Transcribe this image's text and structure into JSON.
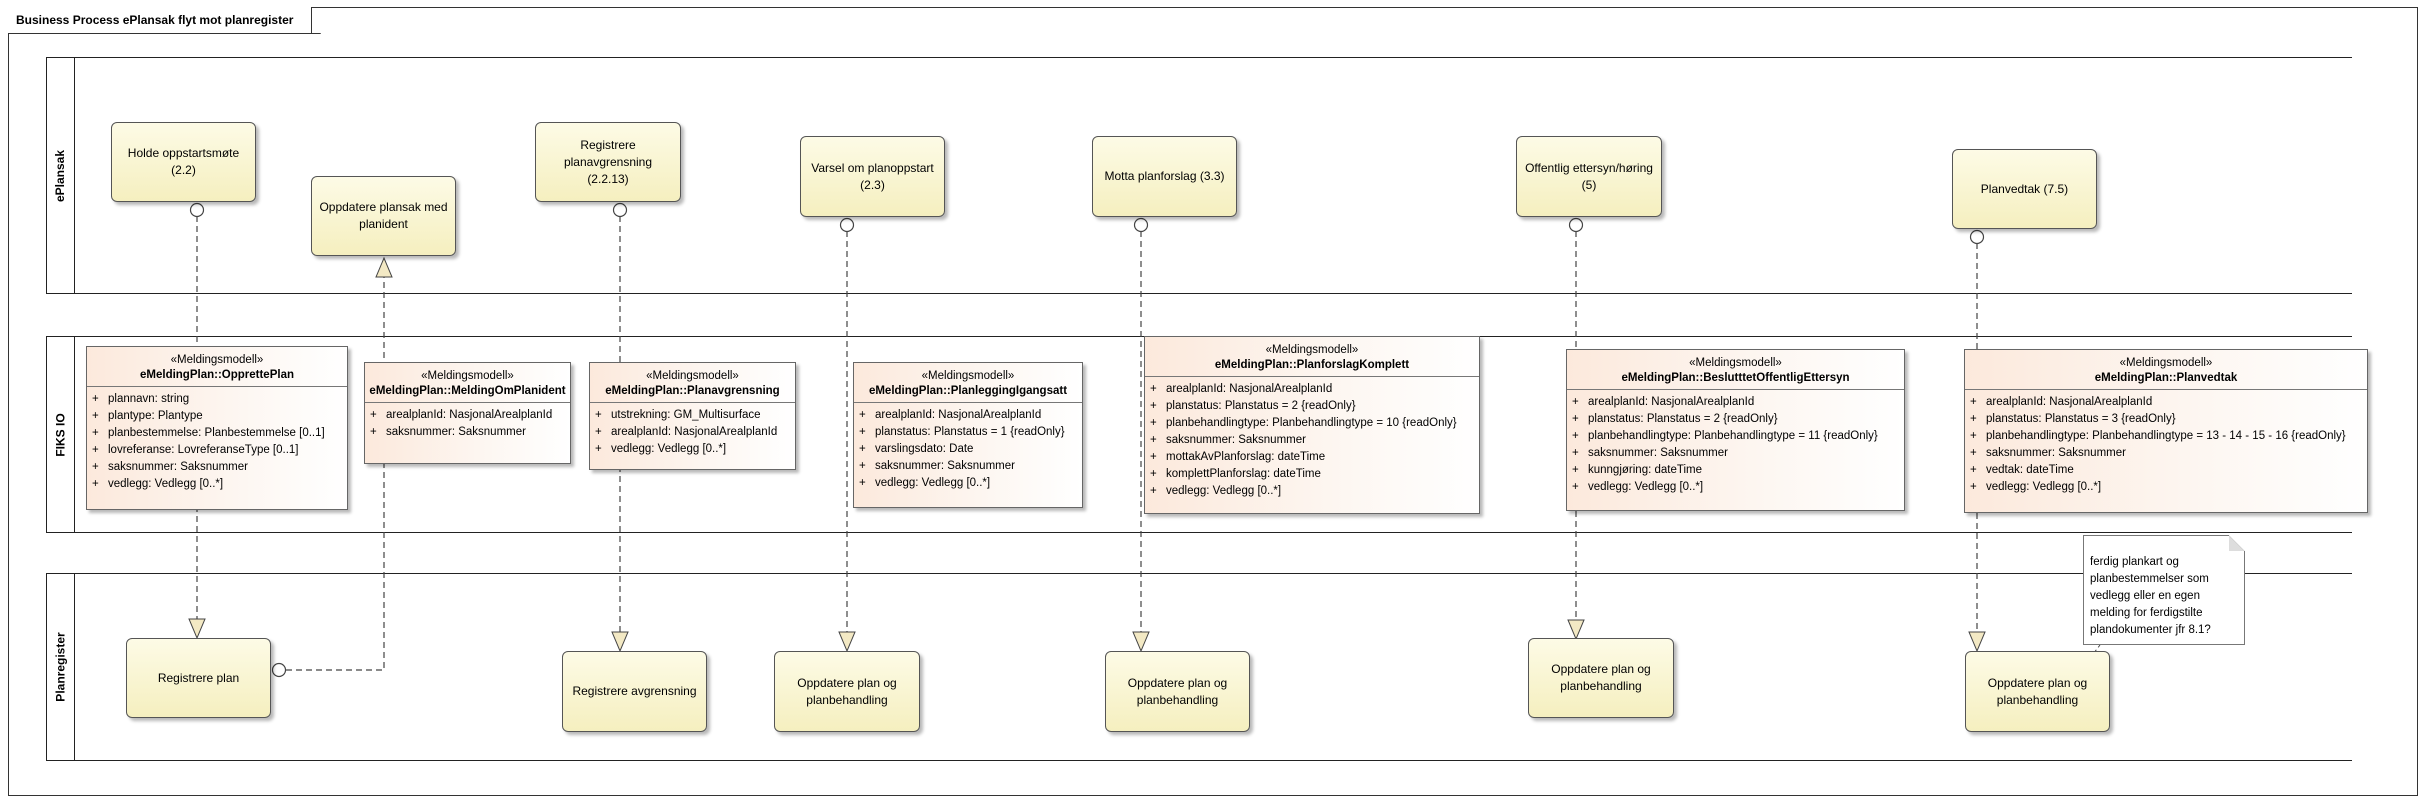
{
  "diagram": {
    "title": "Business Process ePlansak flyt mot planregister"
  },
  "lanes": [
    "ePlansak",
    "FIKS IO",
    "Planregister"
  ],
  "tasks": {
    "t1": "Holde oppstartsmøte (2.2)",
    "t2": "Oppdatere plansak med planident",
    "t3": "Registrere planavgrensning (2.2.13)",
    "t4": "Varsel om planoppstart (2.3)",
    "t5": "Motta planforslag (3.3)",
    "t6": "Offentlig ettersyn/høring (5)",
    "t7": "Planvedtak (7.5)",
    "p1": "Registrere plan",
    "p2": "Registrere avgrensning",
    "p3": "Oppdatere plan og planbehandling",
    "p4": "Oppdatere plan og planbehandling",
    "p5": "Oppdatere plan og planbehandling",
    "p6": "Oppdatere plan og planbehandling"
  },
  "classes": [
    {
      "stereotype": "«Meldingsmodell»",
      "name": "eMeldingPlan::OpprettePlan",
      "attrs": [
        "plannavn: string",
        "plantype: Plantype",
        "planbestemmelse: Planbestemmelse [0..1]",
        "lovreferanse: LovreferanseType [0..1]",
        "saksnummer: Saksnummer",
        "vedlegg: Vedlegg [0..*]"
      ]
    },
    {
      "stereotype": "«Meldingsmodell»",
      "name": "eMeldingPlan::MeldingOmPlanident",
      "attrs": [
        "arealplanId: NasjonalArealplanId",
        "saksnummer: Saksnummer"
      ]
    },
    {
      "stereotype": "«Meldingsmodell»",
      "name": "eMeldingPlan::Planavgrensning",
      "attrs": [
        "utstrekning: GM_Multisurface",
        "arealplanId: NasjonalArealplanId",
        "vedlegg: Vedlegg [0..*]"
      ]
    },
    {
      "stereotype": "«Meldingsmodell»",
      "name": "eMeldingPlan::PlanleggingIgangsatt",
      "attrs": [
        "arealplanId: NasjonalArealplanId",
        "planstatus: Planstatus = 1 {readOnly}",
        "varslingsdato: Date",
        "saksnummer: Saksnummer",
        "vedlegg: Vedlegg [0..*]"
      ]
    },
    {
      "stereotype": "«Meldingsmodell»",
      "name": "eMeldingPlan::PlanforslagKomplett",
      "attrs": [
        "arealplanId: NasjonalArealplanId",
        "planstatus: Planstatus = 2 {readOnly}",
        "planbehandlingtype: Planbehandlingtype = 10 {readOnly}",
        "saksnummer: Saksnummer",
        "mottakAvPlanforslag: dateTime",
        "komplettPlanforslag: dateTime",
        "vedlegg: Vedlegg [0..*]"
      ]
    },
    {
      "stereotype": "«Meldingsmodell»",
      "name": "eMeldingPlan::BeslutttetOffentligEttersyn",
      "attrs": [
        "arealplanId: NasjonalArealplanId",
        "planstatus: Planstatus = 2 {readOnly}",
        "planbehandlingtype: Planbehandlingtype = 11 {readOnly}",
        "saksnummer: Saksnummer",
        "kunngjøring: dateTime",
        "vedlegg: Vedlegg [0..*]"
      ]
    },
    {
      "stereotype": "«Meldingsmodell»",
      "name": "eMeldingPlan::Planvedtak",
      "attrs": [
        "arealplanId: NasjonalArealplanId",
        "planstatus: Planstatus = 3 {readOnly}",
        "planbehandlingtype: Planbehandlingtype = 13 - 14 - 15 - 16 {readOnly}",
        "saksnummer: Saksnummer",
        "vedtak: dateTime",
        "vedlegg: Vedlegg [0..*]"
      ]
    }
  ],
  "visibility": "+",
  "note": "ferdig plankart og planbestemmelser som vedlegg eller en egen melding for ferdigstilte plandokumenter jfr 8.1?"
}
